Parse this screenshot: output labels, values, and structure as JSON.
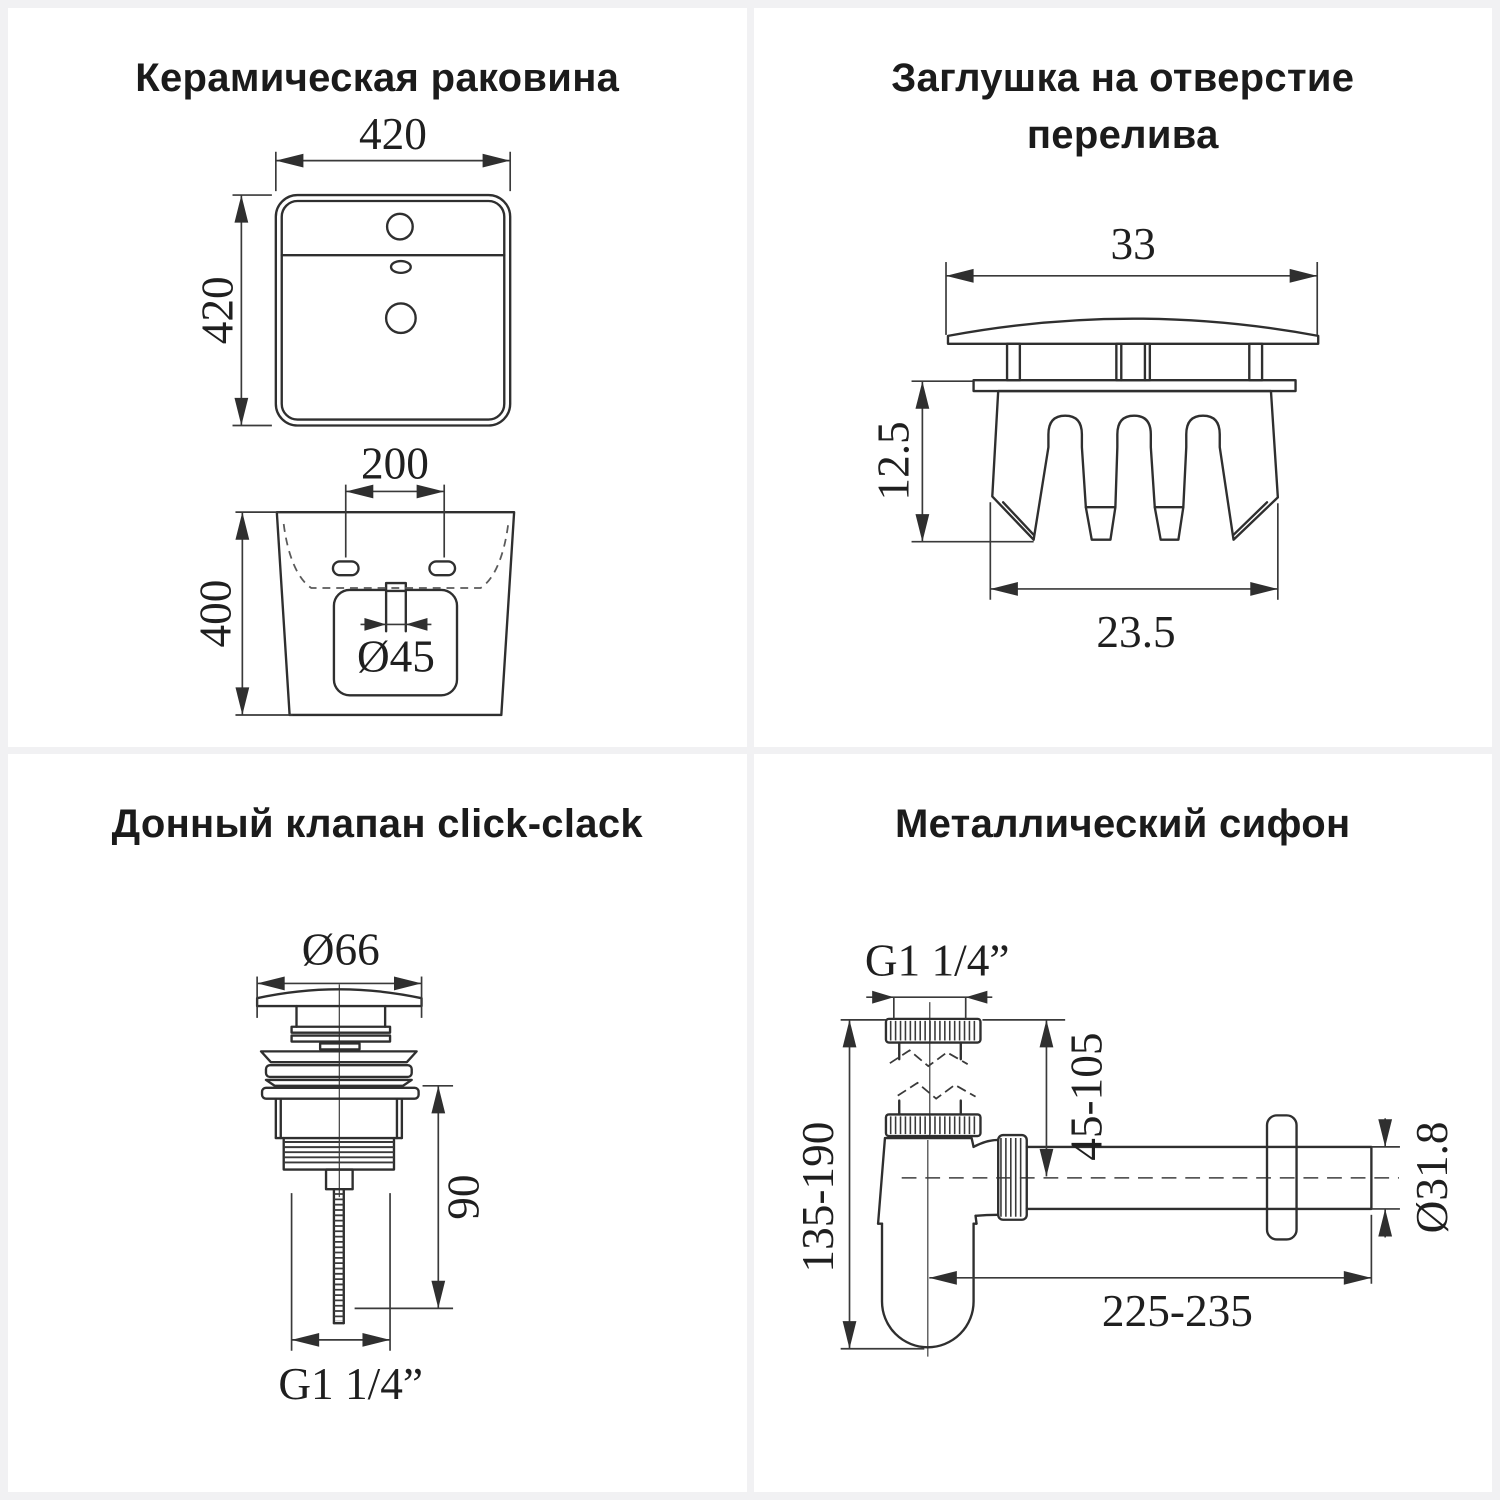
{
  "page": {
    "background_color": "#f1f1f3",
    "card_background": "#ffffff",
    "line_color": "#2f2f2f",
    "title_color": "#1b1b1b"
  },
  "panels": [
    {
      "id": "ceramic-sink",
      "title": "Керамическая раковина",
      "labels": {
        "top_width": "420",
        "side_height": "420",
        "hole_spacing": "200",
        "front_height": "400",
        "drain_diameter": "Ø45"
      }
    },
    {
      "id": "overflow-plug",
      "title_line1": "Заглушка на отверстие",
      "title_line2": "перелива",
      "labels": {
        "cap_width": "33",
        "insert_depth": "12.5",
        "body_width": "23.5"
      }
    },
    {
      "id": "click-clack-valve",
      "title": "Донный клапан click-clack",
      "labels": {
        "cap_diameter": "Ø66",
        "body_height": "90",
        "thread_size": "G1 1/4”"
      }
    },
    {
      "id": "metal-siphon",
      "title": "Металлический сифон",
      "labels": {
        "thread_size": "G1 1/4”",
        "inlet_depth_range": "45-105",
        "height_range": "135-190",
        "outlet_diameter": "Ø31.8",
        "length_range": "225-235"
      }
    }
  ]
}
